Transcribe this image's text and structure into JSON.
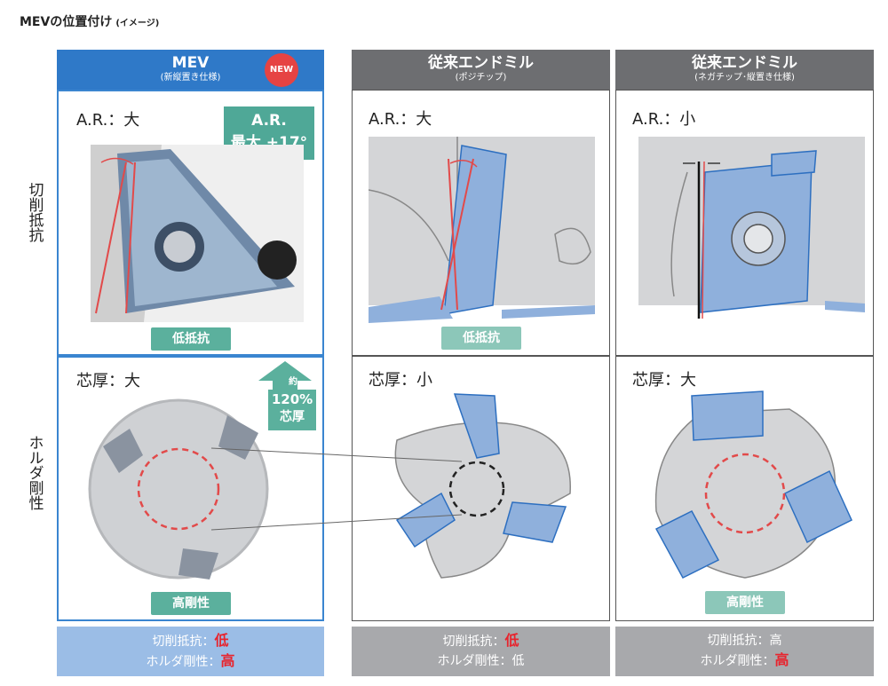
{
  "title": {
    "main": "MEVの位置付け",
    "sub": "(イメージ)"
  },
  "row_labels": {
    "cutting": "切削抵抗",
    "rigidity": "ホルダ剛性"
  },
  "columns": [
    {
      "name": "MEV",
      "sub": "(新縦置き仕様)",
      "new_badge": "NEW",
      "ar": "A.R.：大",
      "ar_badge_line1": "A.R.",
      "ar_badge_line2": "最大 +17°",
      "cut_badge": "低抵抗",
      "core": "芯厚：大",
      "core_badge_top": "約",
      "core_badge_mid": "120%",
      "core_badge_bot": "芯厚",
      "rig_badge": "高剛性",
      "sum1_label": "切削抵抗：",
      "sum1_val": "低",
      "sum2_label": "ホルダ剛性：",
      "sum2_val": "高"
    },
    {
      "name": "従来エンドミル",
      "sub": "(ポジチップ)",
      "ar": "A.R.：大",
      "cut_badge": "低抵抗",
      "core": "芯厚：小",
      "sum1_label": "切削抵抗：",
      "sum1_val": "低",
      "sum2_label": "ホルダ剛性：低"
    },
    {
      "name": "従来エンドミル",
      "sub": "(ネガチップ･縦置き仕様)",
      "ar": "A.R.：小",
      "core": "芯厚：大",
      "rig_badge": "高剛性",
      "sum1_label": "切削抵抗：高",
      "sum2_label": "ホルダ剛性：",
      "sum2_val": "高"
    }
  ],
  "colors": {
    "mev_blue": "#2f79c8",
    "grey_header": "#6d6e71",
    "teal": "#5bb09d",
    "highlight_red": "#e8242d",
    "insert_blue": "#8fb0dc"
  }
}
